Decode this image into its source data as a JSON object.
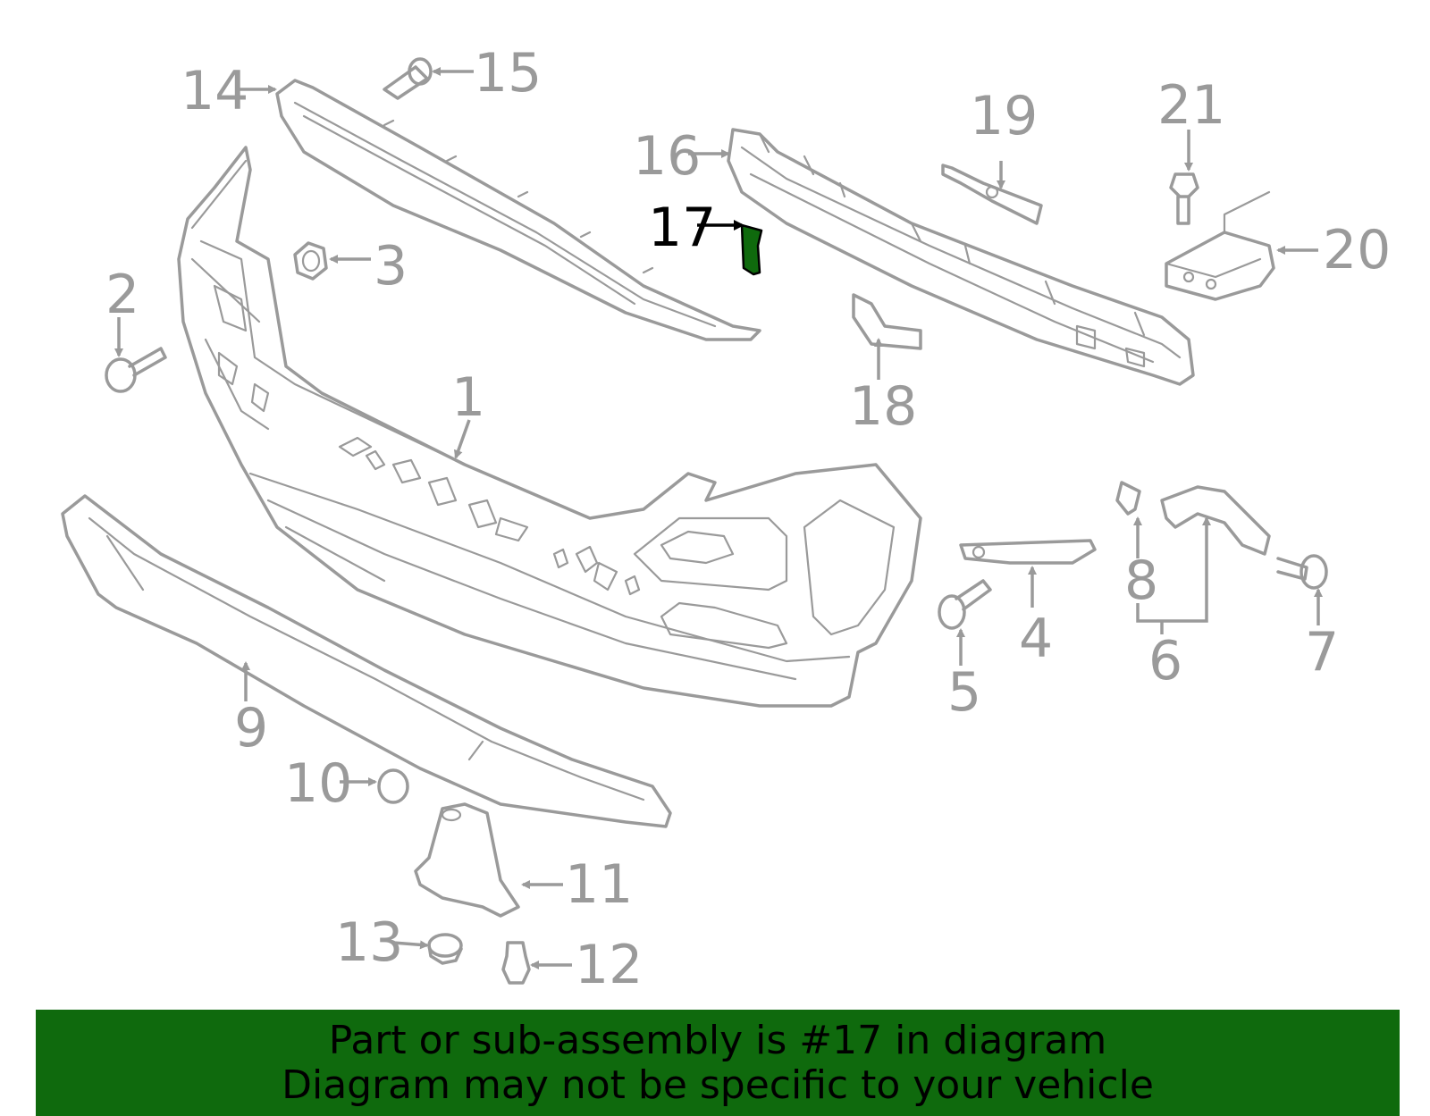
{
  "diagram": {
    "highlight_color": "#0f6a0d",
    "line_color": "#9a9a9a",
    "highlighted_part": "17",
    "callouts": [
      "1",
      "2",
      "3",
      "4",
      "5",
      "6",
      "7",
      "8",
      "9",
      "10",
      "11",
      "12",
      "13",
      "14",
      "15",
      "16",
      "17",
      "18",
      "19",
      "20",
      "21"
    ]
  },
  "footer": {
    "line1": "Part or sub-assembly is #17 in diagram",
    "line2": "Diagram may not be specific to your vehicle"
  }
}
